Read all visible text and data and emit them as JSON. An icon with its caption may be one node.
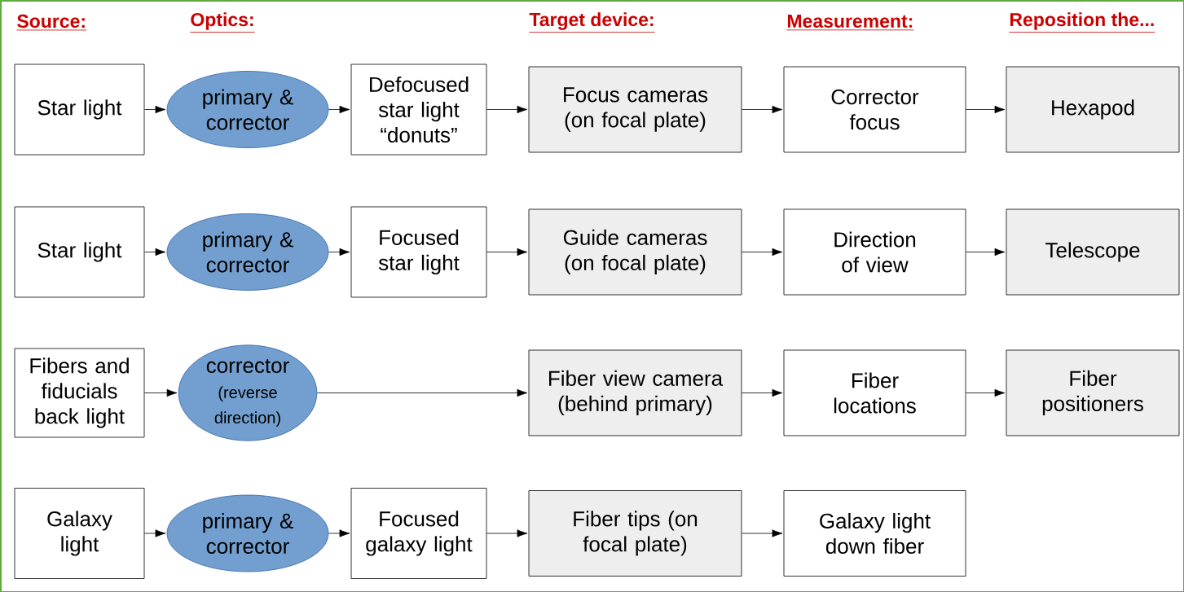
{
  "diagram": {
    "nodes": [
      {
        "text": [
          "Star light"
        ]
      },
      {
        "text": [
          "primary & corrector"
        ]
      },
      {
        "text": [
          "Defocused star light “donuts”"
        ]
      },
      {
        "text": [
          "Focus cameras (on focal plate)"
        ]
      },
      {
        "text": [
          "Corrector focus"
        ]
      },
      {
        "text": [
          "Hexapod"
        ]
      },
      {
        "text": [
          "Star light"
        ]
      },
      {
        "text": [
          "primary & corrector"
        ]
      },
      {
        "text": [
          "Focused star light"
        ]
      },
      {
        "text": [
          "Guide cameras (on focal plate)"
        ]
      },
      {
        "text": [
          "Direction of view"
        ]
      },
      {
        "text": [
          "Telescope"
        ]
      },
      {
        "text": [
          "Fibers and fiducials back light"
        ]
      },
      {
        "text": [
          "corrector",
          "(reverse direction)"
        ]
      },
      {
        "text": [
          "Fiber view camera (behind primary)"
        ]
      },
      {
        "text": [
          "Fiber locations"
        ]
      },
      {
        "text": [
          "Fiber positioners"
        ]
      },
      {
        "text": [
          "Galaxy light"
        ]
      },
      {
        "text": [
          "primary & corrector"
        ]
      },
      {
        "text": [
          "Focused galaxy light"
        ]
      },
      {
        "text": [
          "Fiber tips (on focal plate)"
        ]
      },
      {
        "text": [
          "Galaxy light down fiber"
        ]
      }
    ],
    "edges": [
      {
        "from": 0,
        "to": 1,
        "arrow": "to"
      },
      {
        "from": 1,
        "to": 2,
        "arrow": "to"
      },
      {
        "from": 2,
        "to": 3,
        "arrow": "to"
      },
      {
        "from": 3,
        "to": 4,
        "arrow": "to"
      },
      {
        "from": 4,
        "to": 5,
        "arrow": "to"
      },
      {
        "from": 6,
        "to": 7,
        "arrow": "to"
      },
      {
        "from": 7,
        "to": 8,
        "arrow": "to"
      },
      {
        "from": 8,
        "to": 9,
        "arrow": "to"
      },
      {
        "from": 9,
        "to": 10,
        "arrow": "to"
      },
      {
        "from": 10,
        "to": 11,
        "arrow": "to"
      },
      {
        "from": 12,
        "to": 13,
        "arrow": "to"
      },
      {
        "from": 13,
        "to": 14,
        "arrow": "to"
      },
      {
        "from": 14,
        "to": 15,
        "arrow": "to"
      },
      {
        "from": 15,
        "to": 16,
        "arrow": "to"
      },
      {
        "from": 17,
        "to": 18,
        "arrow": "to"
      },
      {
        "from": 18,
        "to": 19,
        "arrow": "to"
      },
      {
        "from": 19,
        "to": 20,
        "arrow": "to"
      },
      {
        "from": 20,
        "to": 21,
        "arrow": "to"
      }
    ],
    "labels": [
      "Source:",
      "Optics:",
      "Target device:",
      "Measurement:",
      "Reposition the..."
    ]
  }
}
